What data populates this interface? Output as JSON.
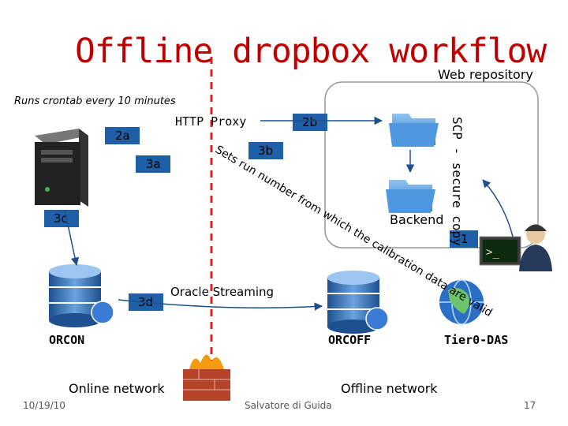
{
  "title": "Offline dropbox workflow",
  "subtitle": "Web repository",
  "cron_note": "Runs crontab every 10 minutes",
  "steps": {
    "s2a": "2a",
    "s3a": "3a",
    "s3b": "3b",
    "s2b": "2b",
    "s3c": "3c",
    "s3d": "3d",
    "s1": "1"
  },
  "labels": {
    "http_proxy": "HTTP Proxy",
    "scp": "SCP - secure copy",
    "backend": "Backend",
    "oracle_streaming": "Oracle Streaming",
    "sets_run": "Sets run number from which the calibration data are valid",
    "orcon": "ORCON",
    "orcoff": "ORCOFF",
    "tier0": "Tier0-DAS",
    "online_network": "Online network",
    "offline_network": "Offline network"
  },
  "footer": {
    "date": "10/19/10",
    "author": "Salvatore di Guida",
    "page": "17"
  },
  "colors": {
    "title": "#c00000",
    "divider": "#e02020",
    "arrow": "#1f4e8c",
    "repo_box": "#999999"
  }
}
